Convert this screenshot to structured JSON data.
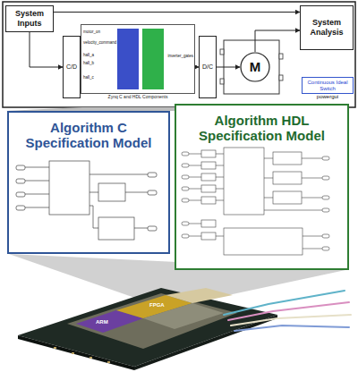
{
  "diagram": {
    "nodes": [
      {
        "text": [
          "System Inputs"
        ]
      },
      {
        "text": [
          "C/D"
        ]
      },
      {
        "text": [
          "Zynq C and HDL Components"
        ]
      },
      {
        "text": [
          "D/C"
        ]
      },
      {
        "text": [
          "M"
        ]
      },
      {
        "text": [
          "System Analysis"
        ]
      },
      {
        "text": [
          "Continuous Ideal Switch",
          "powergui"
        ]
      },
      {
        "text": [
          "Algorithm C Specification Model"
        ]
      },
      {
        "text": [
          "Algorithm HDL Specification Model"
        ]
      }
    ],
    "edges": [
      {
        "from": 0,
        "to": 1,
        "arrow": "to"
      },
      {
        "from": 0,
        "to": 5,
        "arrow": "to"
      },
      {
        "from": 1,
        "to": 2,
        "arrow": "to"
      },
      {
        "from": 2,
        "to": 3,
        "arrow": "to"
      },
      {
        "from": 3,
        "to": 4,
        "arrow": "to"
      },
      {
        "from": 4,
        "to": 5,
        "arrow": "to"
      }
    ],
    "labels": [
      "motor_on",
      "velocity_command",
      "hall_a",
      "hall_b",
      "hall_c",
      "inverter_gates",
      "ARM",
      "FPGA"
    ]
  }
}
